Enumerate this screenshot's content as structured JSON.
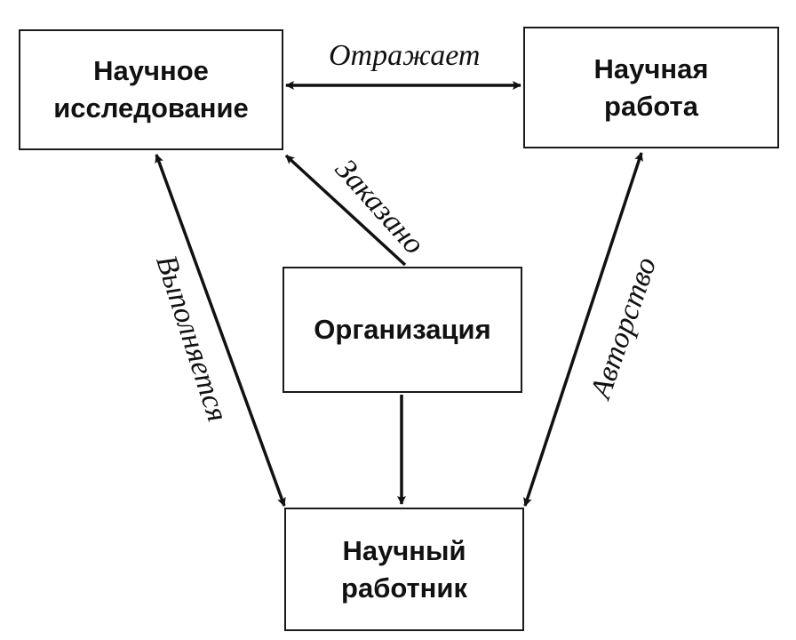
{
  "nodes": {
    "research": "Научное\nисследование",
    "work": "Научная\nработа",
    "organization": "Организация",
    "worker": "Научный\nработник"
  },
  "edges": {
    "reflects": "Отражает",
    "ordered": "Заказано",
    "performed": "Выполняется",
    "authorship": "Авторство"
  },
  "colors": {
    "ink": "#111111"
  }
}
